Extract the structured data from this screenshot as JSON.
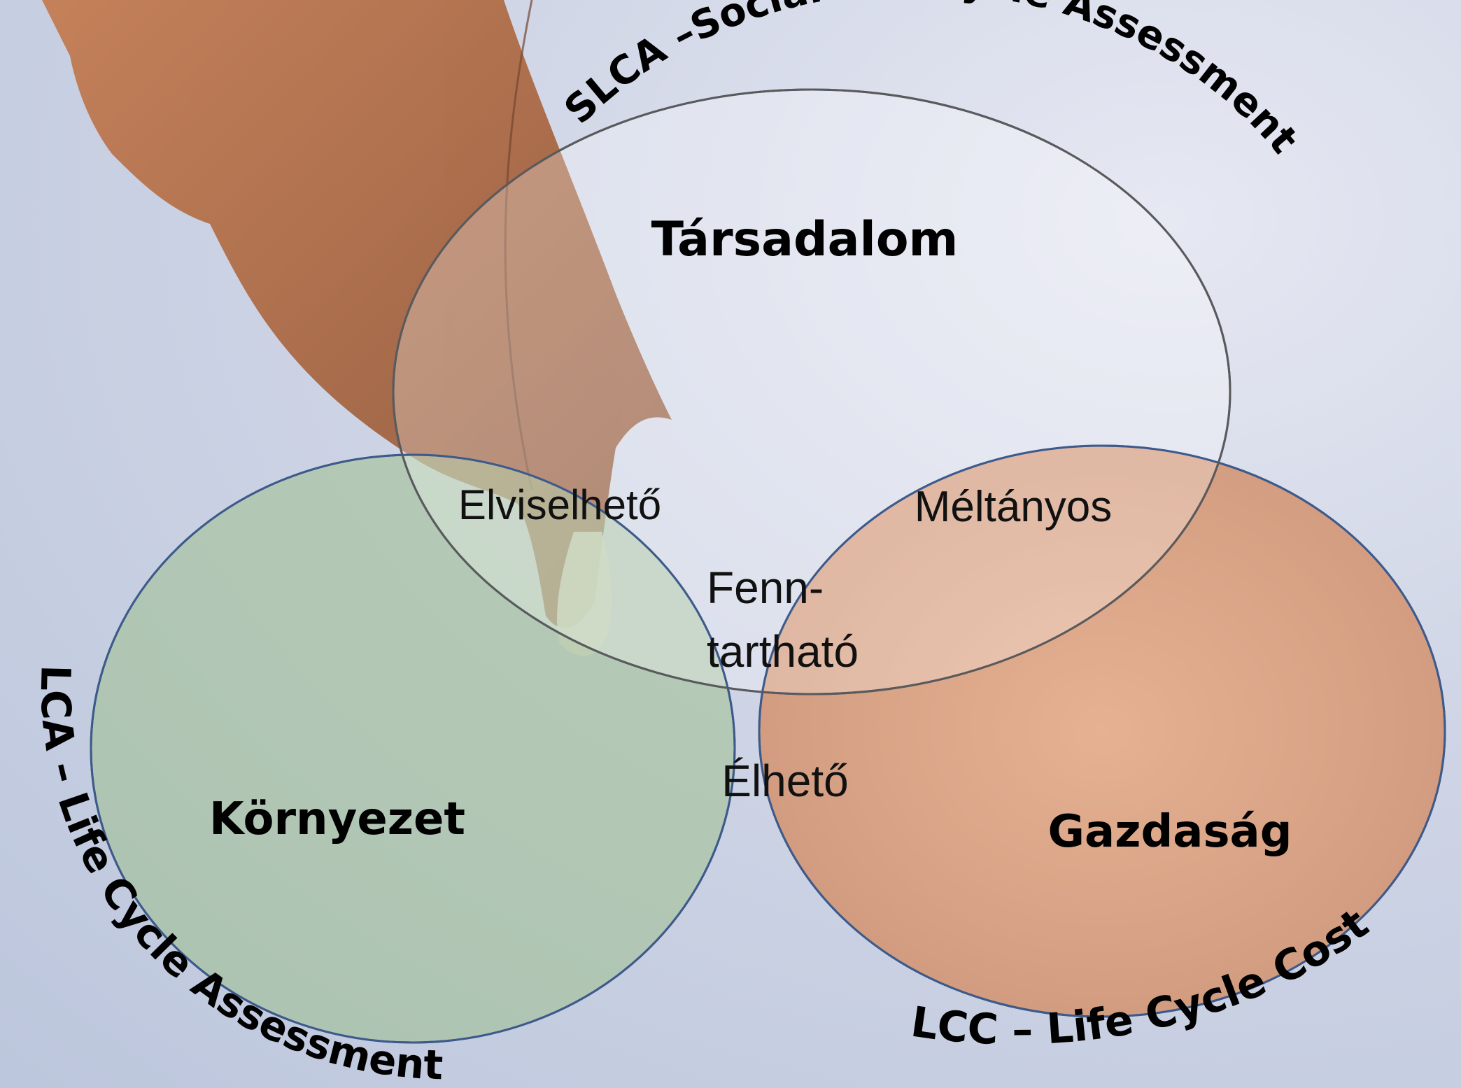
{
  "circles": {
    "top": {
      "label": "Társadalom",
      "ring_label": "SLCA –Social Life Cycle Assessment",
      "color": "#ffffff"
    },
    "left": {
      "label": "Környezet",
      "ring_label": "LCA – Life Cycle Assessment",
      "color": "#9fc08e"
    },
    "right": {
      "label": "Gazdaság",
      "ring_label": "LCC – Life Cycle Cost",
      "color": "#e3a27e"
    }
  },
  "overlaps": {
    "top_left": "Elviselhető",
    "top_right": "Méltányos",
    "center_line1": "Fenn-",
    "center_line2": "tartható",
    "left_right": "Élhető"
  },
  "colors": {
    "outline": "#3d5a8a",
    "leaf": "#a8653f",
    "center": "#c08a55"
  }
}
